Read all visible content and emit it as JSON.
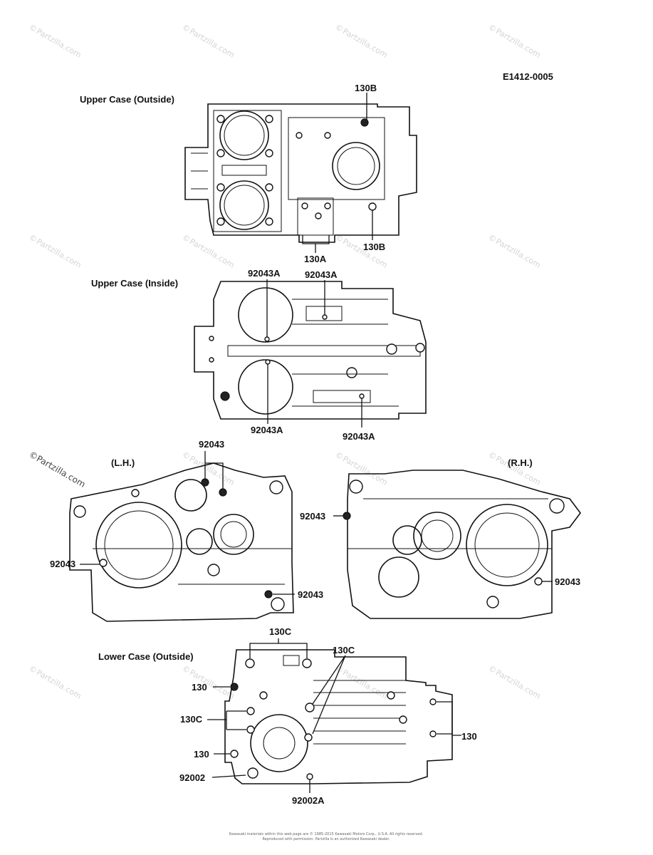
{
  "figure_code": "E1412-0005",
  "sections": {
    "upper_outside": "Upper Case (Outside)",
    "upper_inside": "Upper Case (Inside)",
    "lh": "(L.H.)",
    "rh": "(R.H.)",
    "lower_outside": "Lower Case (Outside)"
  },
  "callouts": {
    "uo_130b_top": "130B",
    "uo_130a": "130A",
    "uo_130b_right": "130B",
    "ui_92043a_1": "92043A",
    "ui_92043a_2": "92043A",
    "ui_92043a_3": "92043A",
    "ui_92043a_4": "92043A",
    "lh_92043_top": "92043",
    "lh_92043_left": "92043",
    "lh_92043_right": "92043",
    "rh_92043_left": "92043",
    "rh_92043_right": "92043",
    "lo_130c_top": "130C",
    "lo_130c_right": "130C",
    "lo_130_1": "130",
    "lo_130c_left": "130C",
    "lo_130_2": "130",
    "lo_92002": "92002",
    "lo_130_right": "130",
    "lo_92002a": "92002A"
  },
  "watermark": {
    "copyright": "©",
    "text": "Partzilla.com"
  },
  "footer": {
    "line1": "Kawasaki materials within this web page are © 1985-2015 Kawasaki Motors Corp., U.S.A. All rights reserved.",
    "line2": "Reproduced with permission. Partzilla is an authorized Kawasaki dealer."
  }
}
